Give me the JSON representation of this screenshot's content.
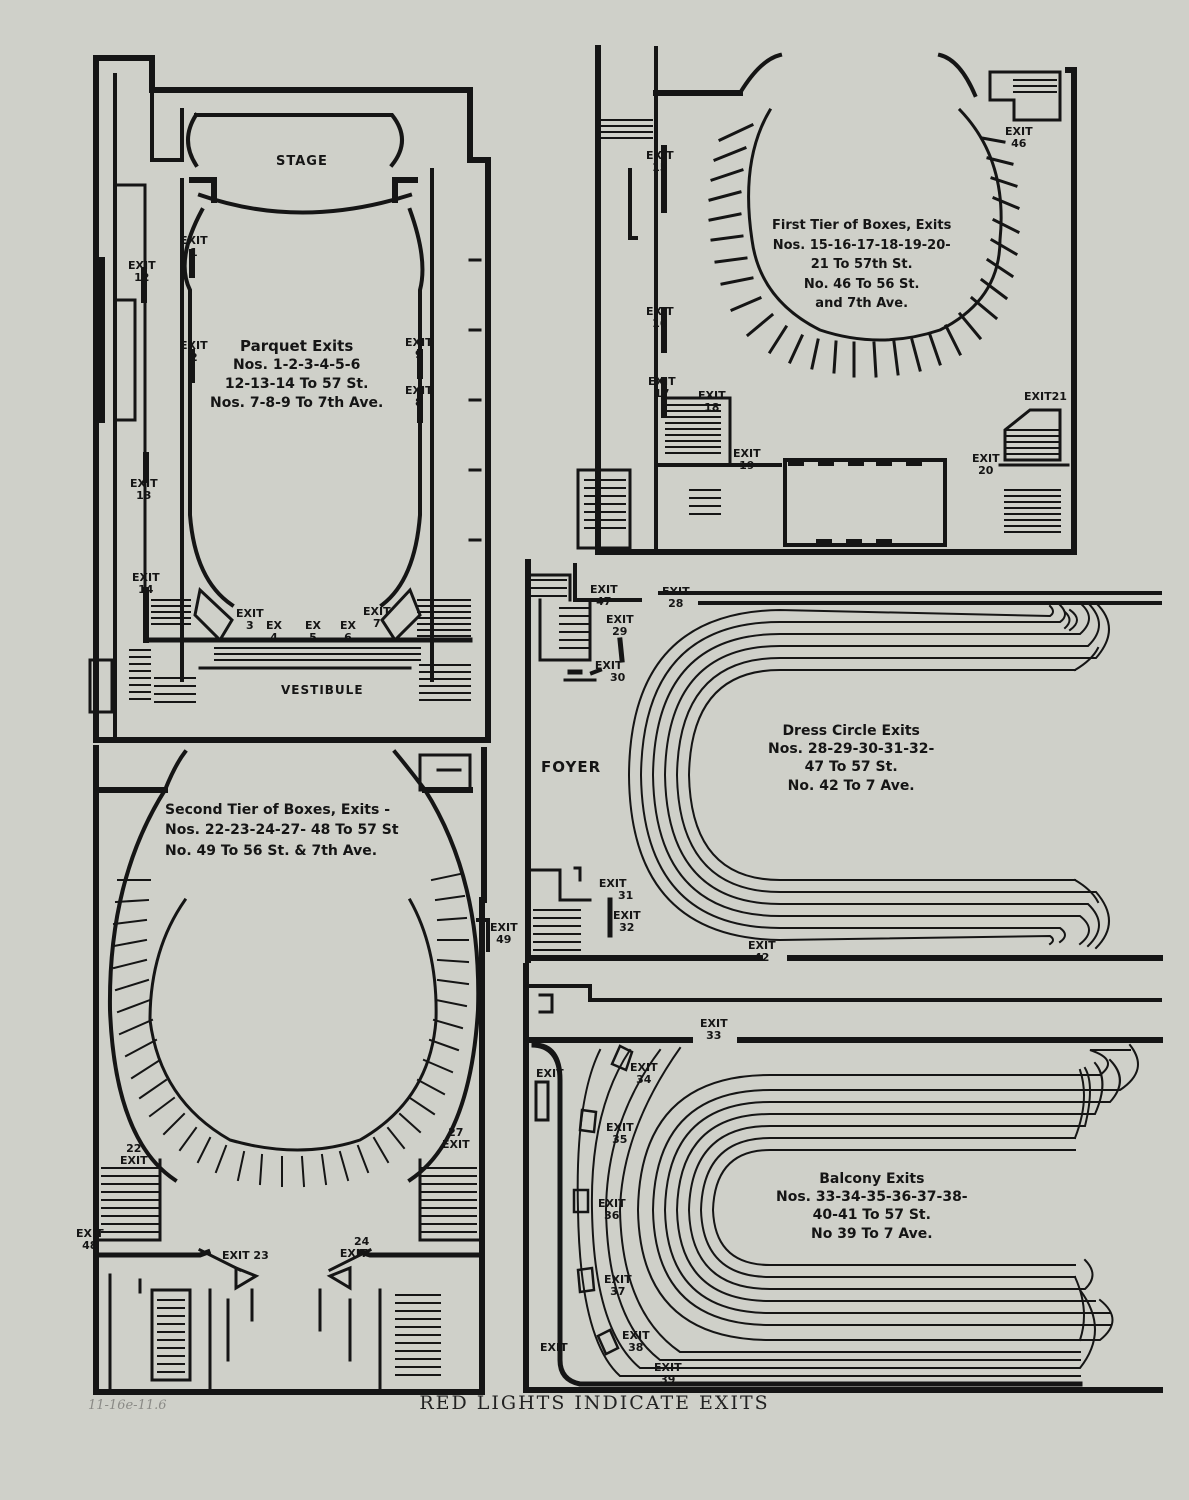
{
  "footer": "RED LIGHTS INDICATE EXITS",
  "archive_note": "11-16e-11.6",
  "colors": {
    "paper": "#cfd0c9",
    "ink": "#151515"
  },
  "plans": {
    "parquet": {
      "title": [
        "Parquet Exits",
        "Nos. 1-2-3-4-5-6",
        "12-13-14 To 57 St.",
        "Nos. 7-8-9 To 7th Ave."
      ],
      "stage": "STAGE",
      "vestibule": "VESTIBULE",
      "exits": [
        "1",
        "2",
        "3",
        "4",
        "5",
        "6",
        "7",
        "8",
        "9",
        "12",
        "13",
        "14"
      ]
    },
    "first_tier": {
      "title": [
        "First Tier of Boxes, Exits",
        "Nos. 15-16-17-18-19-20-",
        "21 To 57th St.",
        "No. 46 To 56 St.",
        "and 7th Ave."
      ],
      "exits": [
        "15",
        "16",
        "17",
        "18",
        "19",
        "20",
        "21",
        "46"
      ]
    },
    "second_tier": {
      "title": [
        "Second Tier of Boxes, Exits -",
        "Nos. 22-23-24-27- 48 To 57 St",
        "No. 49 To 56 St. & 7th Ave."
      ],
      "exits": [
        "22",
        "23",
        "24",
        "27",
        "48",
        "49"
      ]
    },
    "dress_circle": {
      "title": [
        "Dress Circle Exits",
        "Nos. 28-29-30-31-32-",
        "47 To 57 St.",
        "No. 42 To 7 Ave."
      ],
      "foyer": "FOYER",
      "exits": [
        "28",
        "29",
        "30",
        "31",
        "32",
        "42",
        "47"
      ]
    },
    "balcony": {
      "title": [
        "Balcony Exits",
        "Nos. 33-34-35-36-37-38-",
        "40-41 To 57 St.",
        "No 39 To 7 Ave."
      ],
      "exits": [
        "33",
        "34",
        "35",
        "36",
        "37",
        "38",
        "39"
      ],
      "unnumbered_exits": [
        "EXIT",
        "EXIT"
      ]
    }
  }
}
